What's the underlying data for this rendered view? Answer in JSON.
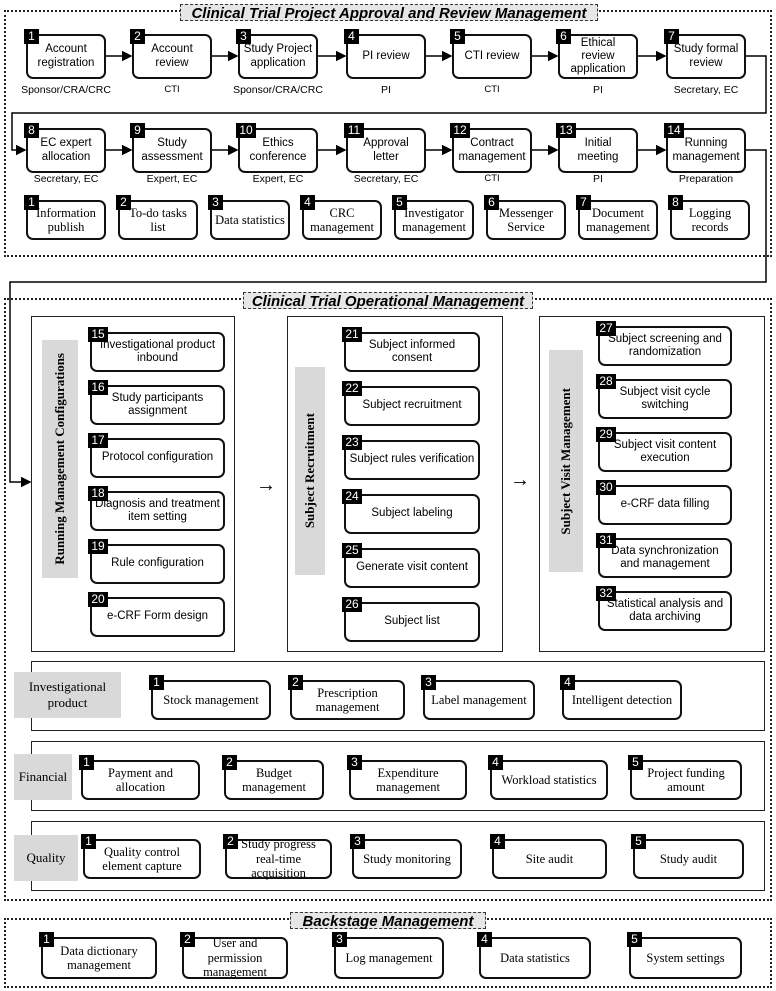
{
  "approval": {
    "title": "Clinical Trial Project Approval and Review Management",
    "steps": [
      {
        "n": "1",
        "label": "Account registration",
        "role": "Sponsor/CRA/CRC"
      },
      {
        "n": "2",
        "label": "Account review",
        "role": "CTI"
      },
      {
        "n": "3",
        "label": "Study Project application",
        "role": "Sponsor/CRA/CRC"
      },
      {
        "n": "4",
        "label": "PI review",
        "role": "PI"
      },
      {
        "n": "5",
        "label": "CTI review",
        "role": "CTI"
      },
      {
        "n": "6",
        "label": "Ethical review application",
        "role": "PI"
      },
      {
        "n": "7",
        "label": "Study formal review",
        "role": "Secretary, EC"
      },
      {
        "n": "8",
        "label": "EC expert allocation",
        "role": "Secretary, EC"
      },
      {
        "n": "9",
        "label": "Study assessment",
        "role": "Expert, EC"
      },
      {
        "n": "10",
        "label": "Ethics conference",
        "role": "Expert, EC"
      },
      {
        "n": "11",
        "label": "Approval letter",
        "role": "Secretary, EC"
      },
      {
        "n": "12",
        "label": "Contract management",
        "role": "CTI"
      },
      {
        "n": "13",
        "label": "Initial meeting",
        "role": "PI"
      },
      {
        "n": "14",
        "label": "Running management",
        "role": "Preparation"
      }
    ],
    "tools": [
      {
        "n": "1",
        "label": "Information publish"
      },
      {
        "n": "2",
        "label": "To-do tasks list"
      },
      {
        "n": "3",
        "label": "Data statistics"
      },
      {
        "n": "4",
        "label": "CRC management"
      },
      {
        "n": "5",
        "label": "Investigator management"
      },
      {
        "n": "6",
        "label": "Messenger Service"
      },
      {
        "n": "7",
        "label": "Document management"
      },
      {
        "n": "8",
        "label": "Logging records"
      }
    ]
  },
  "operational": {
    "title": "Clinical Trial Operational Management",
    "running": {
      "label": "Running Management Configurations",
      "items": [
        {
          "n": "15",
          "label": "Investigational product inbound"
        },
        {
          "n": "16",
          "label": "Study participants assignment"
        },
        {
          "n": "17",
          "label": "Protocol configuration"
        },
        {
          "n": "18",
          "label": "Diagnosis and treatment item setting"
        },
        {
          "n": "19",
          "label": "Rule configuration"
        },
        {
          "n": "20",
          "label": "e-CRF Form design"
        }
      ]
    },
    "recruitment": {
      "label": "Subject Recruitment",
      "items": [
        {
          "n": "21",
          "label": "Subject informed consent"
        },
        {
          "n": "22",
          "label": "Subject recruitment"
        },
        {
          "n": "23",
          "label": "Subject rules verification"
        },
        {
          "n": "24",
          "label": "Subject labeling"
        },
        {
          "n": "25",
          "label": "Generate visit content"
        },
        {
          "n": "26",
          "label": "Subject list"
        }
      ]
    },
    "visit": {
      "label": "Subject Visit Management",
      "items": [
        {
          "n": "27",
          "label": "Subject screening and randomization"
        },
        {
          "n": "28",
          "label": "Subject visit cycle switching"
        },
        {
          "n": "29",
          "label": "Subject visit content execution"
        },
        {
          "n": "30",
          "label": "e-CRF data filling"
        },
        {
          "n": "31",
          "label": "Data synchronization and management"
        },
        {
          "n": "32",
          "label": "Statistical analysis and data archiving"
        }
      ]
    },
    "investigational": {
      "label": "Investigational product",
      "items": [
        {
          "n": "1",
          "label": "Stock management"
        },
        {
          "n": "2",
          "label": "Prescription management"
        },
        {
          "n": "3",
          "label": "Label management"
        },
        {
          "n": "4",
          "label": "Intelligent detection"
        }
      ]
    },
    "financial": {
      "label": "Financial",
      "items": [
        {
          "n": "1",
          "label": "Payment and allocation"
        },
        {
          "n": "2",
          "label": "Budget management"
        },
        {
          "n": "3",
          "label": "Expenditure management"
        },
        {
          "n": "4",
          "label": "Workload statistics"
        },
        {
          "n": "5",
          "label": "Project funding amount"
        }
      ]
    },
    "quality": {
      "label": "Quality",
      "items": [
        {
          "n": "1",
          "label": "Quality control element capture"
        },
        {
          "n": "2",
          "label": "Study progress real-time acquisition"
        },
        {
          "n": "3",
          "label": "Study monitoring"
        },
        {
          "n": "4",
          "label": "Site audit"
        },
        {
          "n": "5",
          "label": "Study audit"
        }
      ]
    }
  },
  "backstage": {
    "title": "Backstage Management",
    "items": [
      {
        "n": "1",
        "label": "Data dictionary management"
      },
      {
        "n": "2",
        "label": "User and permission management"
      },
      {
        "n": "3",
        "label": "Log management"
      },
      {
        "n": "4",
        "label": "Data statistics"
      },
      {
        "n": "5",
        "label": "System settings"
      }
    ]
  }
}
